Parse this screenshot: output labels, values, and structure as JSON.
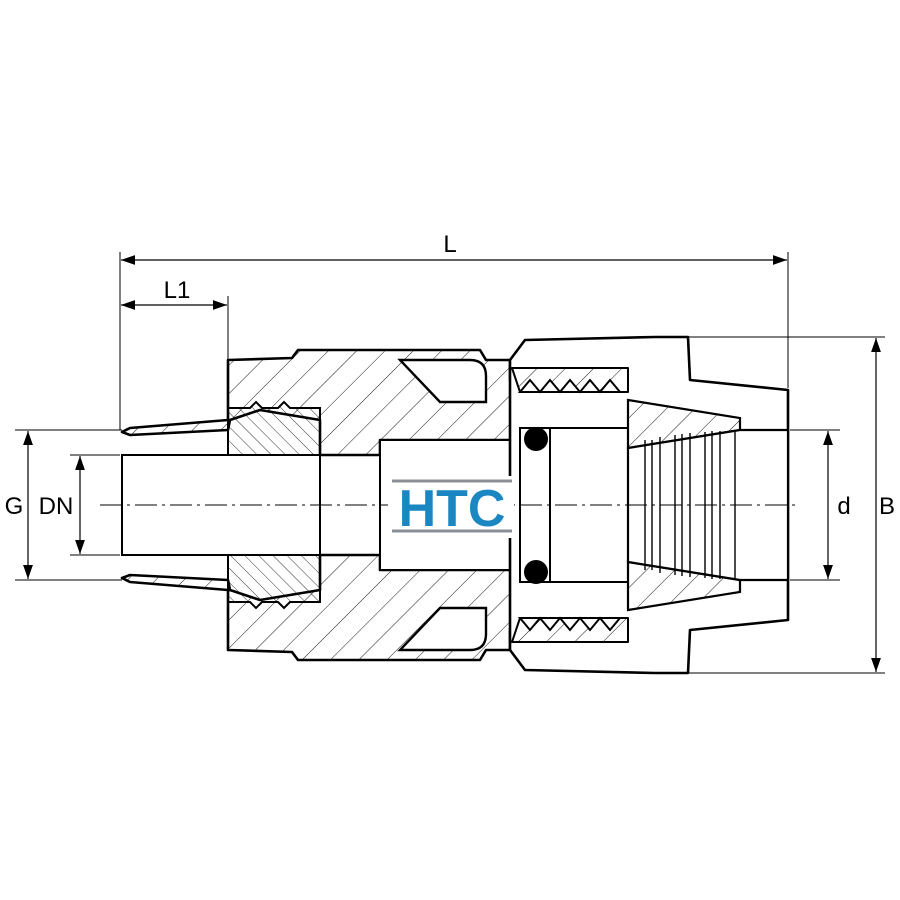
{
  "dimensions": {
    "L": "L",
    "L1": "L1",
    "G": "G",
    "DN": "DN",
    "d": "d",
    "B": "B"
  },
  "logo": {
    "text": "HTC",
    "color": "#1a86c2",
    "rule_color": "#8a8f96"
  },
  "colors": {
    "outline": "#000000",
    "hatch": "#000000",
    "background": "#ffffff"
  }
}
